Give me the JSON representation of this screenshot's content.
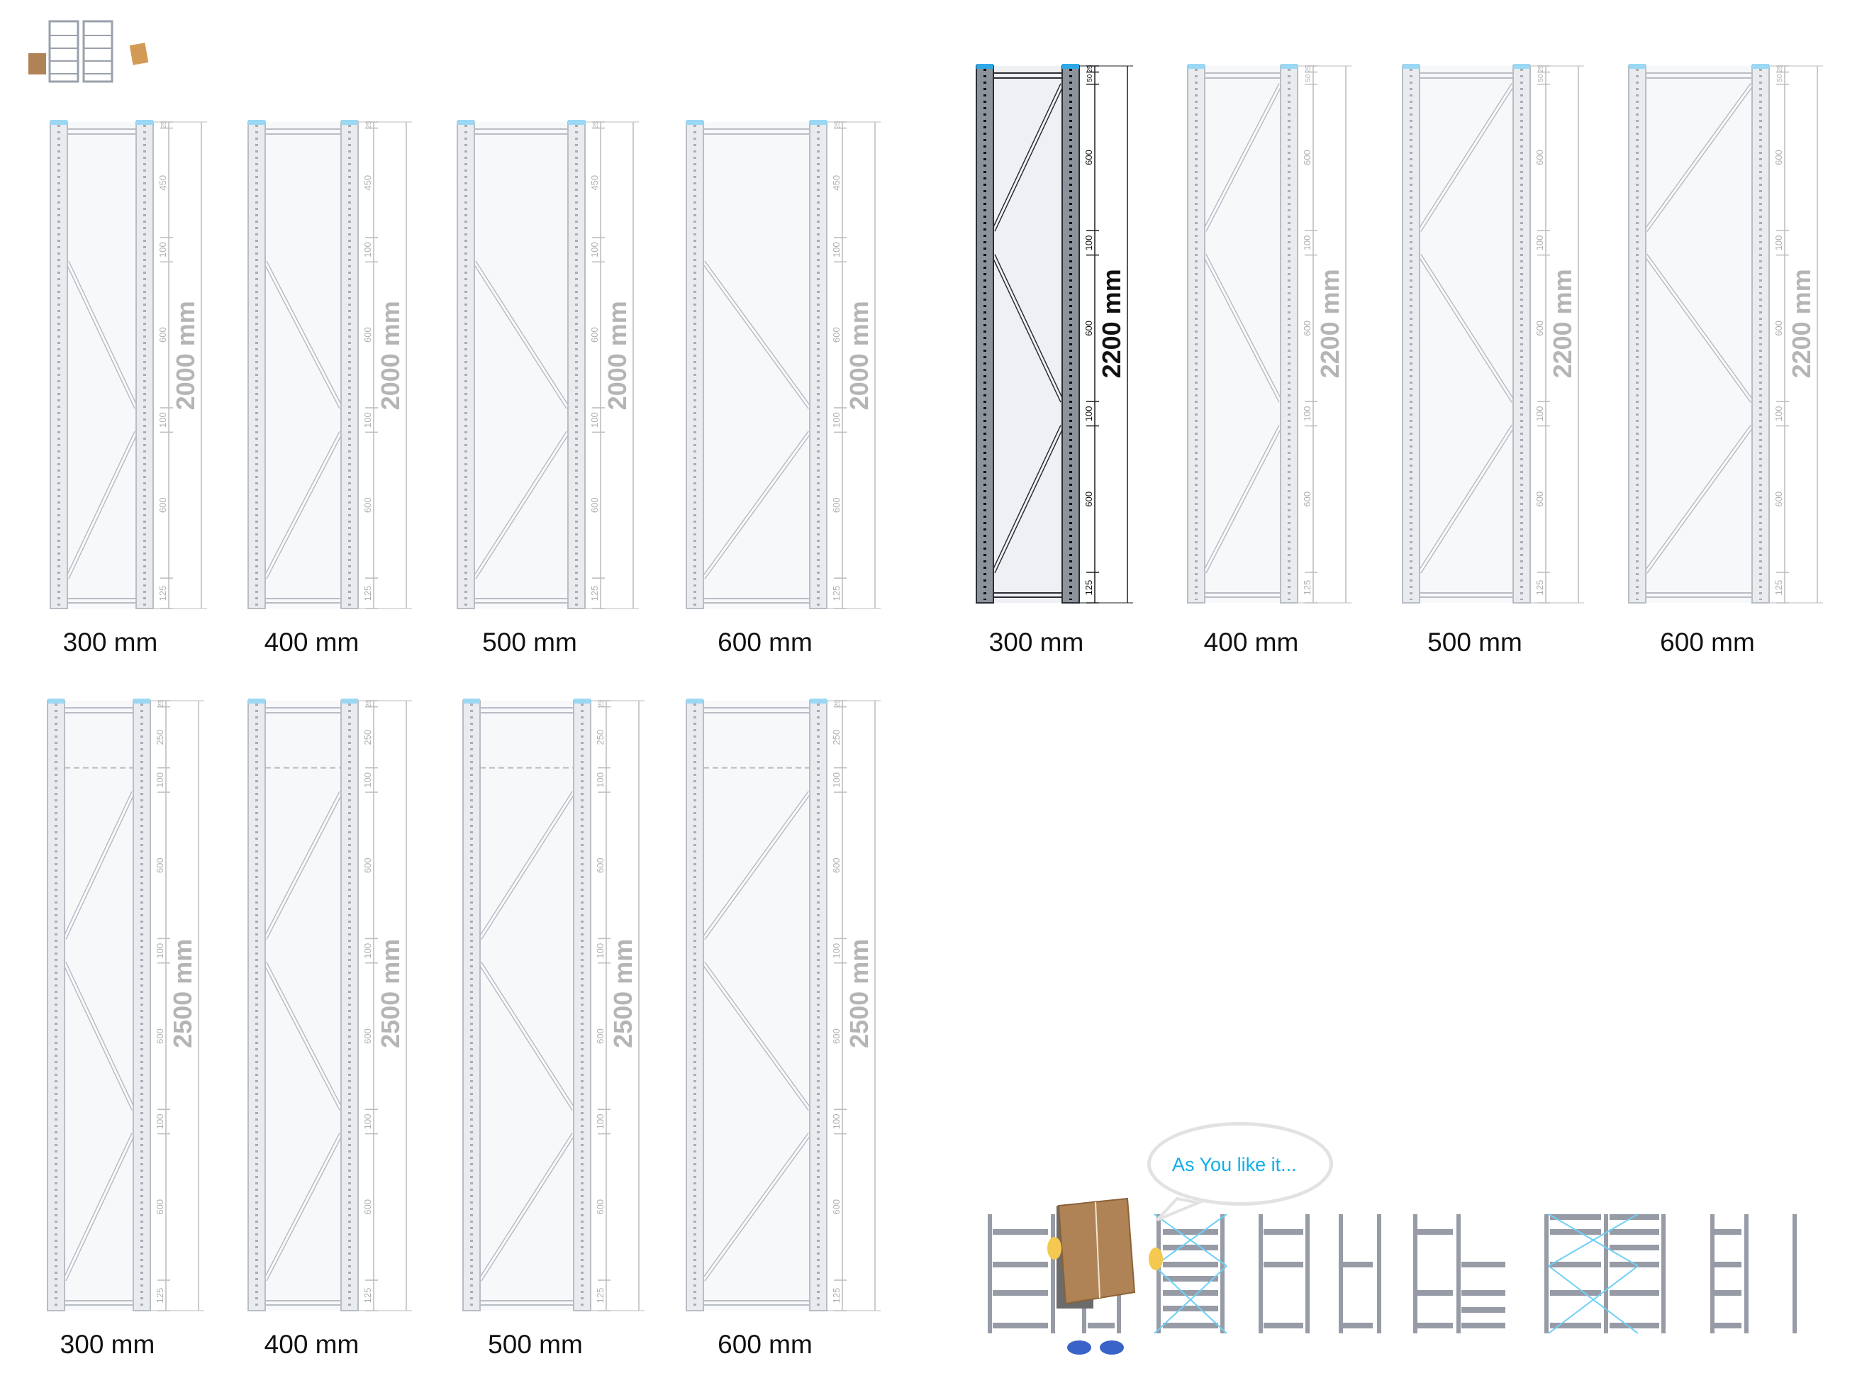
{
  "logo": {
    "name": "logo-illustration"
  },
  "groups": [
    {
      "id": "2000",
      "height_label": "2000 mm",
      "segments": [
        25,
        450,
        100,
        600,
        100,
        600,
        125
      ],
      "frames": [
        {
          "width_label": "300 mm"
        },
        {
          "width_label": "400 mm"
        },
        {
          "width_label": "500 mm"
        },
        {
          "width_label": "600 mm"
        }
      ]
    },
    {
      "id": "2200",
      "height_label": "2200 mm",
      "segments": [
        25,
        50,
        600,
        100,
        600,
        100,
        600,
        125
      ],
      "frames": [
        {
          "width_label": "300 mm",
          "highlighted": true
        },
        {
          "width_label": "400 mm"
        },
        {
          "width_label": "500 mm"
        },
        {
          "width_label": "600 mm"
        }
      ]
    },
    {
      "id": "2500",
      "height_label": "2500 mm",
      "segments": [
        25,
        250,
        100,
        600,
        100,
        600,
        100,
        600,
        125
      ],
      "frames": [
        {
          "width_label": "300 mm"
        },
        {
          "width_label": "400 mm"
        },
        {
          "width_label": "500 mm"
        },
        {
          "width_label": "600 mm"
        }
      ]
    }
  ],
  "speech_bubble": {
    "text": "As You like it..."
  },
  "colors": {
    "cap": "#9ad8f4",
    "cap_dark": "#2fa8e6",
    "upright": "#e9ebef",
    "upright_dark": "#8d939c",
    "dim_text": "#b0b0b0",
    "bubble_text": "#12aee8",
    "shelf": "#979ba6",
    "brace": "#6fd0f5",
    "package": "#b08357"
  }
}
